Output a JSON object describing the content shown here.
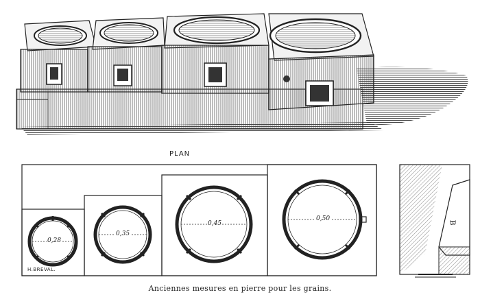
{
  "plan": {
    "label": "PLAN"
  },
  "plan_measures": [
    {
      "name": "measure-0-28",
      "label": "0,28"
    },
    {
      "name": "measure-0-35",
      "label": "0,35"
    },
    {
      "name": "measure-0-45",
      "label": "0,45"
    },
    {
      "name": "measure-0-50",
      "label": "0,50"
    }
  ],
  "side_view": {
    "label": "B"
  },
  "signature": {
    "text": "H.BREVAL."
  },
  "caption": {
    "text": "Anciennes mesures en pierre pour les grains."
  },
  "colors": {
    "ink": "#222222",
    "paper": "#ffffff",
    "hatch": "#555555"
  }
}
